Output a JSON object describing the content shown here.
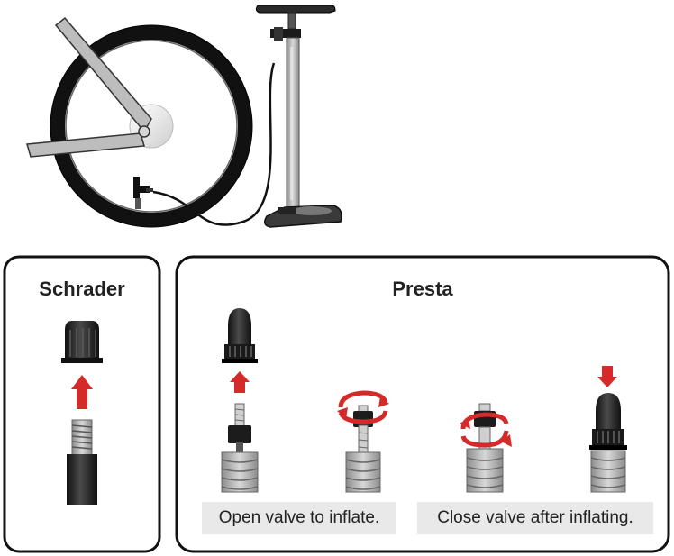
{
  "schrader": {
    "title": "Schrader"
  },
  "presta": {
    "title": "Presta",
    "caption_open": "Open valve to inflate.",
    "caption_close": "Close valve after inflating."
  },
  "colors": {
    "arrow_red": "#d42a2a",
    "outline": "#1a1a1a",
    "caption_bg": "#e9e9e9",
    "pump_grey": "#9a9a9a"
  },
  "icons": [
    "bicycle-wheel",
    "floor-pump",
    "schrader-valve",
    "presta-valve",
    "up-arrow",
    "down-arrow",
    "rotate-arrow"
  ]
}
